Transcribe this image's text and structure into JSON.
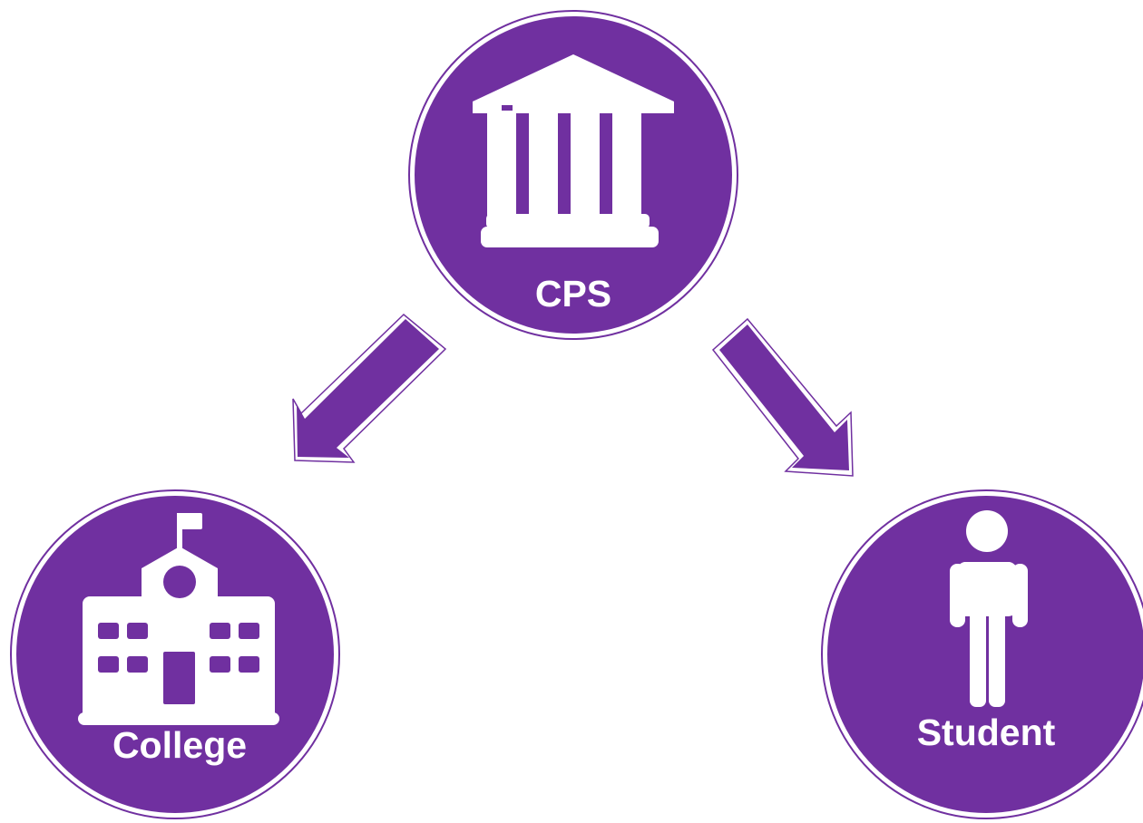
{
  "colors": {
    "fill": "#7030A0",
    "outline": "#7030A0",
    "icon": "#ffffff",
    "background": "#ffffff"
  },
  "nodes": {
    "cps": {
      "label": "CPS",
      "icon": "government-building-icon"
    },
    "college": {
      "label": "College",
      "icon": "school-building-icon"
    },
    "student": {
      "label": "Student",
      "icon": "person-icon"
    }
  },
  "edges": [
    {
      "from": "CPS",
      "to": "College"
    },
    {
      "from": "CPS",
      "to": "Student"
    }
  ]
}
